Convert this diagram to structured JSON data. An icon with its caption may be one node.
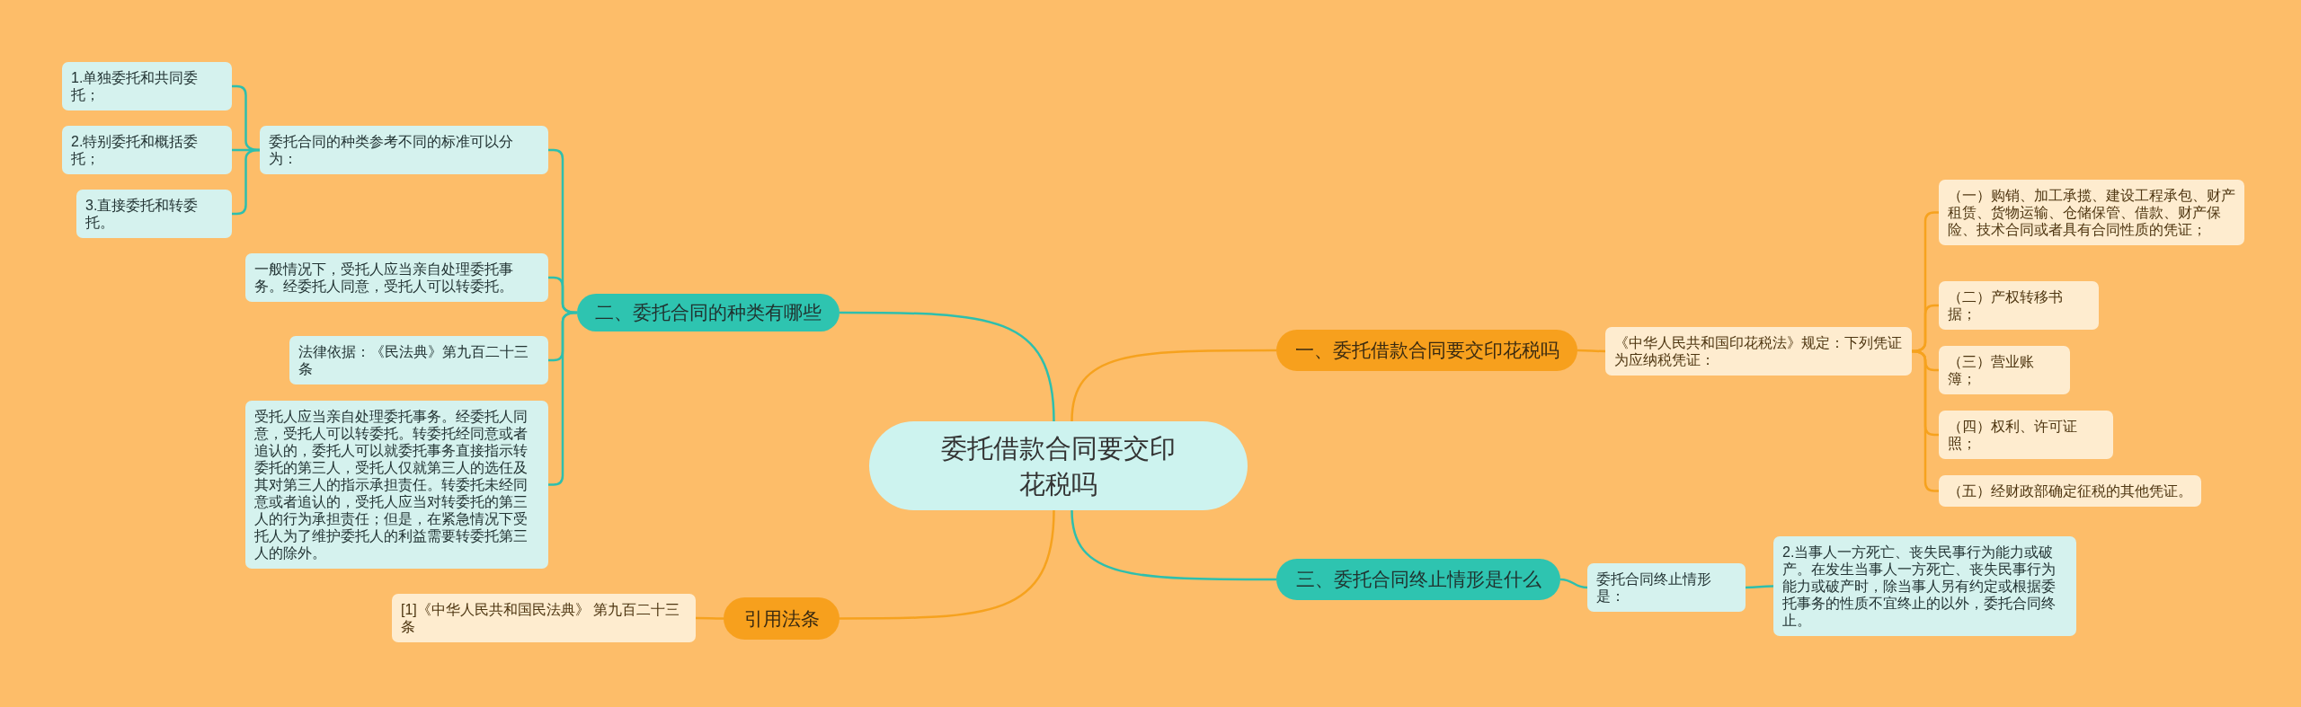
{
  "diagram": {
    "nodes": [
      {
        "text": [
          "委托借款合同要交印花税吗"
        ]
      },
      {
        "text": [
          "一、委托借款合同要交印花税吗"
        ]
      },
      {
        "text": [
          "《中华人民共和国印花税法》规定：下列凭证为应纳税凭证："
        ]
      },
      {
        "text": [
          "（一）购销、加工承揽、建设工程承包、财产租赁、货物运输、仓储保管、借款、财产保险、技术合同或者具有合同性质的凭证；"
        ]
      },
      {
        "text": [
          "（二）产权转移书据；"
        ]
      },
      {
        "text": [
          "（三）营业账簿；"
        ]
      },
      {
        "text": [
          "（四）权利、许可证照；"
        ]
      },
      {
        "text": [
          "（五）经财政部确定征税的其他凭证。"
        ]
      },
      {
        "text": [
          "二、委托合同的种类有哪些"
        ]
      },
      {
        "text": [
          "委托合同的种类参考不同的标准可以分为："
        ]
      },
      {
        "text": [
          "1.单独委托和共同委托；"
        ]
      },
      {
        "text": [
          "2.特别委托和概括委托；"
        ]
      },
      {
        "text": [
          "3.直接委托和转委托。"
        ]
      },
      {
        "text": [
          "一般情况下，受托人应当亲自处理委托事务。经委托人同意，受托人可以转委托。"
        ]
      },
      {
        "text": [
          "法律依据：《民法典》第九百二十三条"
        ]
      },
      {
        "text": [
          "受托人应当亲自处理委托事务。经委托人同意，受托人可以转委托。转委托经同意或者追认的，委托人可以就委托事务直接指示转委托的第三人，受托人仅就第三人的选任及其对第三人的指示承担责任。转委托未经同意或者追认的，受托人应当对转委托的第三人的行为承担责任；但是，在紧急情况下受托人为了维护委托人的利益需要转委托第三人的除外。"
        ]
      },
      {
        "text": [
          "三、委托合同终止情形是什么"
        ]
      },
      {
        "text": [
          "委托合同终止情形是："
        ]
      },
      {
        "text": [
          "2.当事人一方死亡、丧失民事行为能力或破产。在发生当事人一方死亡、丧失民事行为能力或破产时，除当事人另有约定或根据委托事务的性质不宜终止的以外，委托合同终止。"
        ]
      },
      {
        "text": [
          "引用法条"
        ]
      },
      {
        "text": [
          "[1]《中华人民共和国民法典》 第九百二十三条"
        ]
      }
    ],
    "edges": [
      {
        "from": 0,
        "to": 1,
        "arrow": "none",
        "color": "#f6a21e"
      },
      {
        "from": 1,
        "to": 2,
        "arrow": "none",
        "color": "#f6a21e"
      },
      {
        "from": 2,
        "to": 3,
        "arrow": "none",
        "color": "#f6a21e"
      },
      {
        "from": 2,
        "to": 4,
        "arrow": "none",
        "color": "#f6a21e"
      },
      {
        "from": 2,
        "to": 5,
        "arrow": "none",
        "color": "#f6a21e"
      },
      {
        "from": 2,
        "to": 6,
        "arrow": "none",
        "color": "#f6a21e"
      },
      {
        "from": 2,
        "to": 7,
        "arrow": "none",
        "color": "#f6a21e"
      },
      {
        "from": 0,
        "to": 8,
        "arrow": "none",
        "color": "#2ebfad"
      },
      {
        "from": 8,
        "to": 9,
        "arrow": "none",
        "color": "#2ebfad"
      },
      {
        "from": 9,
        "to": 10,
        "arrow": "none",
        "color": "#2ebfad"
      },
      {
        "from": 9,
        "to": 11,
        "arrow": "none",
        "color": "#2ebfad"
      },
      {
        "from": 9,
        "to": 12,
        "arrow": "none",
        "color": "#2ebfad"
      },
      {
        "from": 8,
        "to": 13,
        "arrow": "none",
        "color": "#2ebfad"
      },
      {
        "from": 8,
        "to": 14,
        "arrow": "none",
        "color": "#2ebfad"
      },
      {
        "from": 8,
        "to": 15,
        "arrow": "none",
        "color": "#2ebfad"
      },
      {
        "from": 0,
        "to": 16,
        "arrow": "none",
        "color": "#2ebfad"
      },
      {
        "from": 16,
        "to": 17,
        "arrow": "none",
        "color": "#2ebfad"
      },
      {
        "from": 17,
        "to": 18,
        "arrow": "none",
        "color": "#2ebfad"
      },
      {
        "from": 0,
        "to": 19,
        "arrow": "none",
        "color": "#f6a21e"
      },
      {
        "from": 19,
        "to": 20,
        "arrow": "none",
        "color": "#f6a21e"
      }
    ]
  }
}
